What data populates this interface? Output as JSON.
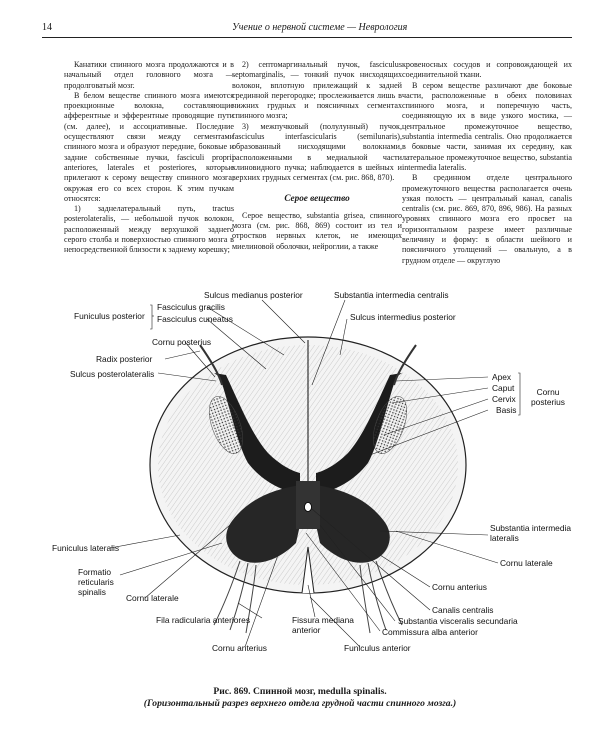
{
  "header": {
    "page_number": "14",
    "running_title": "Учение о нервной системе — Неврология"
  },
  "columns": {
    "col1": [
      "Канатики спинного мозга продолжаются и в начальный отдел головного мозга — продолговатый мозг.",
      "В белом веществе спинного мозга имеются проекционные волокна, составляющие афферентные и эфферентные проводящие пути (см. далее), и ассоциативные. Последние осуществляют связи между сегментами спинного мозга и образуют передние, боковые и задние собственные пучки, fasciculi proprii anteriores, laterales et posteriores, которые прилегают к серому веществу спинного мозга, окружая его со всех сторон. К этим пучкам относятся:",
      "1) заднелатеральный путь, tractus posterolateralis, — небольшой пучок волокон, расположенный между верхушкой заднего серого столба и поверхностью спинного мозга в непосредственной близости к заднему корешку;"
    ],
    "col2_a": [
      "2) септомаргинальный пучок, fasciculus septomarginalis, — тонкий пучок нисходящих волокон, вплотную прилежащий к задней срединной перегородке; прослеживается лишь в нижних грудных и поясничных сегментах спинного мозга;",
      "3) межпучковый (полулунный) пучок, fasciculus interfascicularis (semilunaris), образованный нисходящими волокнами, расположенными в медиальной части клиновидного пучка; наблюдается в шейных и верхних грудных сегментах (см. рис. 868, 870)."
    ],
    "col2_heading": "Серое вещество",
    "col2_b": [
      "Серое вещество, substantia grisea, спинного мозга (см. рис. 868, 869) состоит из тел и отростков нервных клеток, не имеющих миелиновой оболочки, нейроглии, а также"
    ],
    "col3": [
      "кровеносных сосудов и сопровождающей их соединительной ткани.",
      "В сером веществе различают две боковые части, расположенные в обеих половинах спинного мозга, и поперечную часть, соединяющую их в виде узкого мостика, — центральное промежуточное вещество, substantia intermedia centralis. Оно продолжается в боковые части, занимая их середину, как латеральное промежуточное вещество, substantia intermedia lateralis.",
      "В срединном отделе центрального промежуточного вещества располагается очень узкая полость — центральный канал, canalis centralis (см. рис. 869, 870, 896, 986). На разных уровнях спинного мозга его просвет на горизонтальном разрезе имеет различные величину и форму: в области шейного и поясничного утолщений — овальную, а в грудном отделе — округлую"
    ]
  },
  "figure": {
    "labels": {
      "sulcus_medianus_posterior": "Sulcus medianus posterior",
      "substantia_intermedia_centralis": "Substantia intermedia centralis",
      "funiculus_posterior": "Funiculus posterior",
      "fasciculus_gracilis": "Fasciculus gracilis",
      "fasciculus_cuneatus": "Fasciculus cuneatus",
      "sulcus_intermedius_posterior": "Sulcus intermedius posterior",
      "cornu_posterius_top": "Cornu posterius",
      "radix_posterior": "Radix posterior",
      "sulcus_posterolateralis": "Sulcus posterolateralis",
      "apex": "Apex",
      "caput": "Caput",
      "cervix": "Cervix",
      "basis": "Basis",
      "cornu_posterius_group": "Cornu posterius",
      "substantia_intermedia_lateralis": "Substantia intermedia lateralis",
      "funiculus_lateralis": "Funiculus lateralis",
      "cornu_laterale_right": "Cornu laterale",
      "formatio_reticularis": "Formatio reticularis spinalis",
      "cornu_anterius_right": "Cornu anterius",
      "cornu_laterale_left": "Cornu laterale",
      "canalis_centralis": "Canalis centralis",
      "substantia_visceralis": "Substantia visceralis secundaria",
      "fila_radicularia": "Fila radicularia anteriores",
      "fissura_mediana": "Fissura mediana anterior",
      "commissura_alba": "Commissura alba anterior",
      "cornu_anterius_bottom": "Cornu anterius",
      "funiculus_anterior": "Funiculus anterior"
    }
  },
  "caption": {
    "line1": "Рис. 869. Спинной мозг, medulla spinalis.",
    "line2": "(Горизонтальный разрез верхнего отдела грудной части спинного мозга.)"
  }
}
